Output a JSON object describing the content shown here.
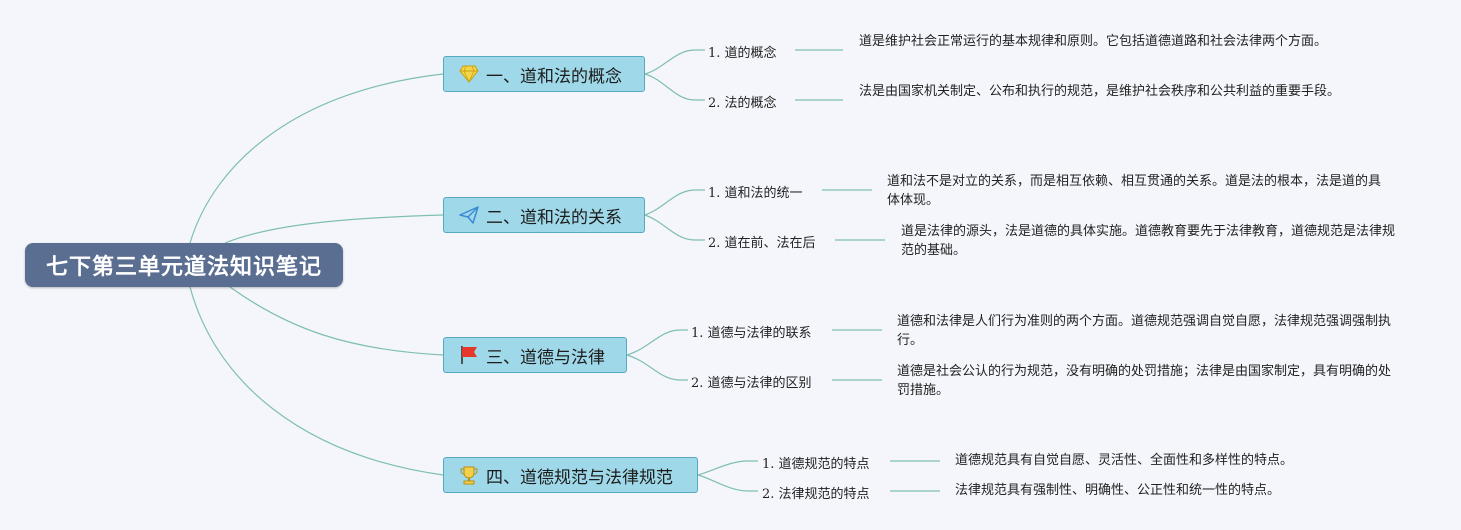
{
  "root": {
    "title": "七下第三单元道法知识笔记"
  },
  "topics": [
    {
      "label": "一、道和法的概念",
      "icon": "diamond-icon",
      "subs": [
        {
          "label": "1. 道的概念",
          "text": "道是维护社会正常运行的基本规律和原则。它包括道德道路和社会法律两个方面。"
        },
        {
          "label": "2. 法的概念",
          "text": "法是由国家机关制定、公布和执行的规范，是维护社会秩序和公共利益的重要手段。"
        }
      ]
    },
    {
      "label": "二、道和法的关系",
      "icon": "paper-plane-icon",
      "subs": [
        {
          "label": "1. 道和法的统一",
          "text": "道和法不是对立的关系，而是相互依赖、相互贯通的关系。道是法的根本，法是道的具体体现。"
        },
        {
          "label": "2. 道在前、法在后",
          "text": "道是法律的源头，法是道德的具体实施。道德教育要先于法律教育，道德规范是法律规范的基础。"
        }
      ]
    },
    {
      "label": "三、道德与法律",
      "icon": "red-flag-icon",
      "subs": [
        {
          "label": "1. 道德与法律的联系",
          "text": "道德和法律是人们行为准则的两个方面。道德规范强调自觉自愿，法律规范强调强制执行。"
        },
        {
          "label": "2. 道德与法律的区别",
          "text": "道德是社会公认的行为规范，没有明确的处罚措施；法律是由国家制定，具有明确的处罚措施。"
        }
      ]
    },
    {
      "label": "四、道德规范与法律规范",
      "icon": "trophy-icon",
      "subs": [
        {
          "label": "1. 道德规范的特点",
          "text": "道德规范具有自觉自愿、灵活性、全面性和多样性的特点。"
        },
        {
          "label": "2. 法律规范的特点",
          "text": "法律规范具有强制性、明确性、公正性和统一性的特点。"
        }
      ]
    }
  ],
  "colors": {
    "root_bg": "#5a6e91",
    "topic_bg": "#9fd8e8",
    "topic_border": "#56a9c2",
    "line": "#7fbfb0"
  }
}
